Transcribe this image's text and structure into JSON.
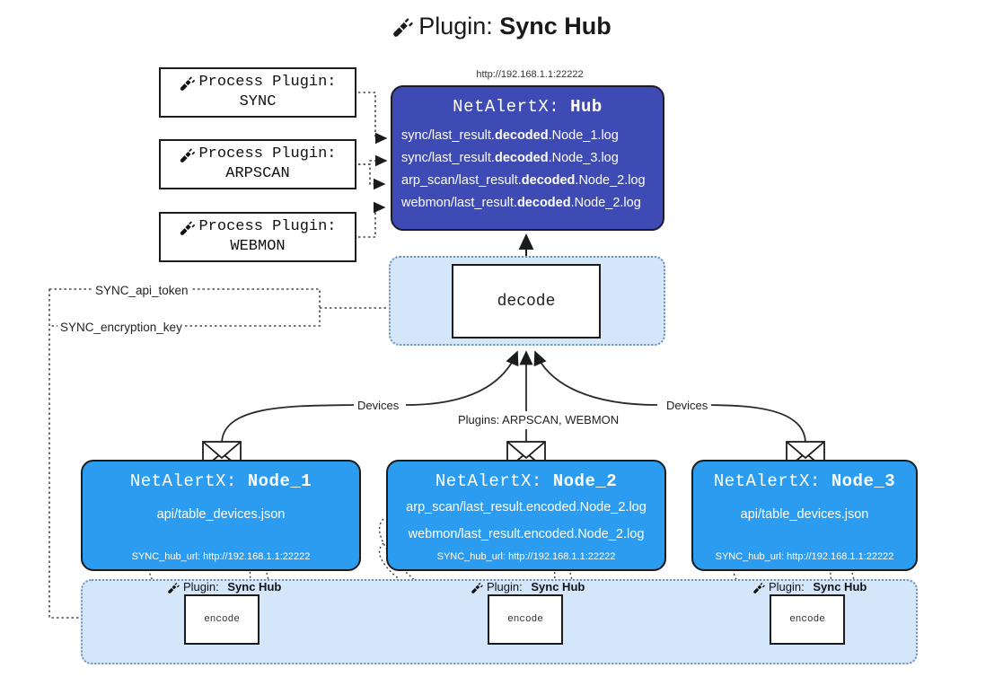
{
  "title": {
    "prefix": "Plugin:",
    "name": "Sync Hub",
    "icon": "plug-icon"
  },
  "hub": {
    "url": "http://192.168.1.1:22222",
    "title_prefix": "NetAlertX:",
    "title_name": "Hub",
    "logs": [
      {
        "pre": "sync/last_result.",
        "mid": "decoded",
        "post": ".Node_1.log"
      },
      {
        "pre": "sync/last_result.",
        "mid": "decoded",
        "post": ".Node_3.log"
      },
      {
        "pre": "arp_scan/last_result.",
        "mid": "decoded",
        "post": ".Node_2.log"
      },
      {
        "pre": "webmon/last_result.",
        "mid": "decoded",
        "post": ".Node_2.log"
      }
    ],
    "color": "#3F4BB4"
  },
  "process_plugins": [
    {
      "label": "Process Plugin:",
      "name": "SYNC",
      "icon": "plug-icon"
    },
    {
      "label": "Process Plugin:",
      "name": "ARPSCAN",
      "icon": "plug-icon"
    },
    {
      "label": "Process Plugin:",
      "name": "WEBMON",
      "icon": "plug-icon"
    }
  ],
  "decode": {
    "label": "decode",
    "container_color": "#D4E7FA"
  },
  "tokens": {
    "api_token": "SYNC_api_token",
    "encryption_key": "SYNC_encryption_key"
  },
  "edge_labels": {
    "devices_left": "Devices",
    "devices_right": "Devices",
    "plugins": "Plugins: ARPSCAN, WEBMON"
  },
  "nodes": [
    {
      "title_prefix": "NetAlertX:",
      "title_name": "Node_1",
      "lines": [
        "api/table_devices.json"
      ],
      "hub_url": "SYNC_hub_url: http://192.168.1.1:22222",
      "color": "#2C9CF0",
      "mail_icon": "envelope-icon"
    },
    {
      "title_prefix": "NetAlertX:",
      "title_name": "Node_2",
      "lines": [
        "arp_scan/last_result.encoded.Node_2.log",
        "webmon/last_result.encoded.Node_2.log"
      ],
      "hub_url": "SYNC_hub_url: http://192.168.1.1:22222",
      "color": "#2C9CF0",
      "mail_icon": "envelope-icon"
    },
    {
      "title_prefix": "NetAlertX:",
      "title_name": "Node_3",
      "lines": [
        "api/table_devices.json"
      ],
      "hub_url": "SYNC_hub_url: http://192.168.1.1:22222",
      "color": "#2C9CF0",
      "mail_icon": "envelope-icon"
    }
  ],
  "encoders": [
    {
      "label_prefix": "Plugin:",
      "label_name": "Sync Hub",
      "box": "encode",
      "icon": "plug-icon"
    },
    {
      "label_prefix": "Plugin:",
      "label_name": "Sync Hub",
      "box": "encode",
      "icon": "plug-icon"
    },
    {
      "label_prefix": "Plugin:",
      "label_name": "Sync Hub",
      "box": "encode",
      "icon": "plug-icon"
    }
  ]
}
